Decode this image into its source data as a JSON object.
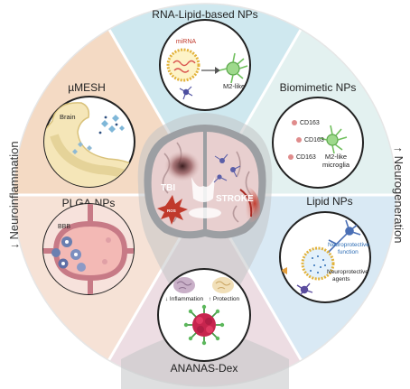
{
  "sectors": {
    "rna": "RNA-Lipid-based NPs",
    "biomimetic": "Biomimetic NPs",
    "lipid": "Lipid NPs",
    "ananas": "ANANAS-Dex",
    "plga": "PLGA-NPs",
    "mesh": "µMESH"
  },
  "side_labels": {
    "left": "↓ Neuroinflammation",
    "right": "↑ Neurogeneration"
  },
  "brain": {
    "tbi": "TBI",
    "stroke": "STROKE",
    "ros": "ROS"
  },
  "rna_panel": {
    "mirna": "miRNA",
    "m2": "M2-like"
  },
  "biomimetic_panel": {
    "cd163_a": "CD163",
    "cd163_b": "CD163",
    "cd163_c": "CD163",
    "m2_line1": "M2-like",
    "m2_line2": "microglia"
  },
  "lipid_panel": {
    "function_line1": "Neuroprotective",
    "function_line2": "function",
    "agents_line1": "Neuroprotective",
    "agents_line2": "agents"
  },
  "ananas_panel": {
    "inflammation": "↓ Inflammation",
    "protection": "↑ Protection"
  },
  "plga_panel": {
    "bbb": "BBB"
  },
  "mesh_panel": {
    "brain": "Brain"
  },
  "colors": {
    "rna_sector": "#cfe8ef",
    "biomimetic_sector": "#e3f1f0",
    "lipid_sector": "#d9e9f4",
    "ananas_sector": "#eddde3",
    "plga_sector": "#f6e2d6",
    "mesh_sector": "#f4dac4",
    "accent_red": "#c0392b"
  }
}
